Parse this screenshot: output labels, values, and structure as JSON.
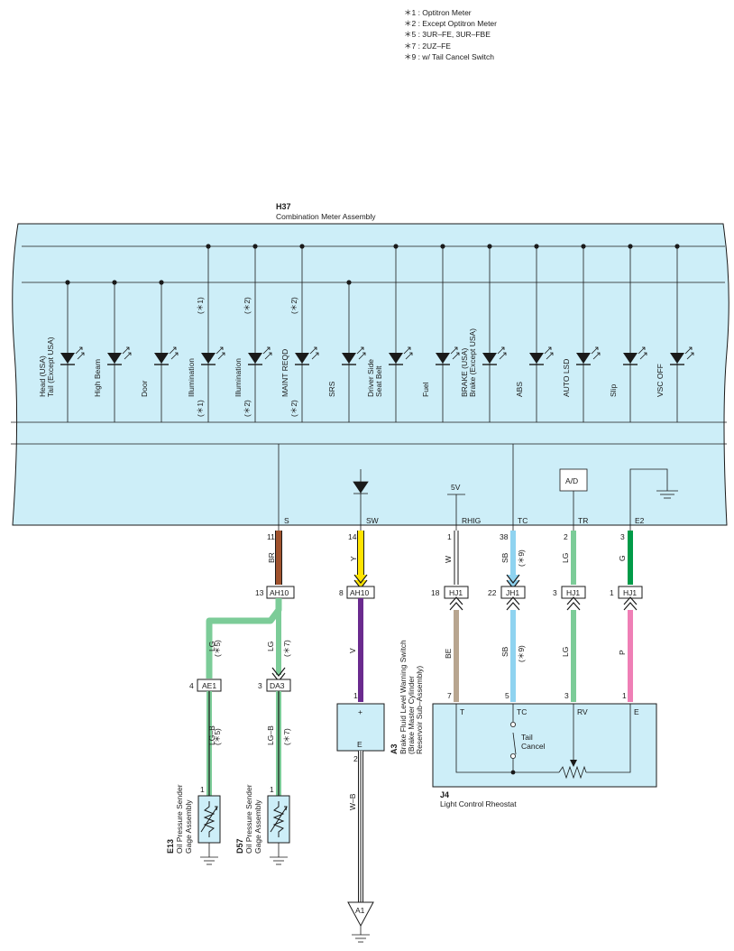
{
  "legend": [
    "＊1 : Optitron Meter",
    "＊2 : Except Optitron Meter",
    "＊5 : 3UR–FE,  3UR–FBE",
    "＊7 : 2UZ–FE",
    "＊9 : w/ Tail Cancel Switch"
  ],
  "meter": {
    "code": "H37",
    "name": "Combination Meter Assembly",
    "lamps": [
      {
        "label": "Head (USA)",
        "label2": "Tail (Except USA)",
        "top_note": "",
        "bottom_note": ""
      },
      {
        "label": "High Beam",
        "label2": "",
        "top_note": "",
        "bottom_note": ""
      },
      {
        "label": "Door",
        "label2": "",
        "top_note": "",
        "bottom_note": ""
      },
      {
        "label": "Illumination",
        "label2": "",
        "top_note": "(＊1)",
        "bottom_note": "(＊1)"
      },
      {
        "label": "Illumination",
        "label2": "",
        "top_note": "(＊2)",
        "bottom_note": "(＊2)"
      },
      {
        "label": "MAINT REQD",
        "label2": "",
        "top_note": "(＊2)",
        "bottom_note": "(＊2)"
      },
      {
        "label": "SRS",
        "label2": "",
        "top_note": "",
        "bottom_note": ""
      },
      {
        "label": "Driver Side",
        "label2": "Seat Belt",
        "top_note": "",
        "bottom_note": ""
      },
      {
        "label": "Fuel",
        "label2": "",
        "top_note": "",
        "bottom_note": ""
      },
      {
        "label": "BRAKE (USA)",
        "label2": "Brake (Except USA)",
        "top_note": "",
        "bottom_note": ""
      },
      {
        "label": "ABS",
        "label2": "",
        "top_note": "",
        "bottom_note": ""
      },
      {
        "label": "AUTO LSD",
        "label2": "",
        "top_note": "",
        "bottom_note": ""
      },
      {
        "label": "Slip",
        "label2": "",
        "top_note": "",
        "bottom_note": ""
      },
      {
        "label": "VSC OFF",
        "label2": "",
        "top_note": "",
        "bottom_note": ""
      }
    ],
    "terminals": [
      {
        "name": "S",
        "pin": "11",
        "wire": "BR",
        "note": ""
      },
      {
        "name": "SW",
        "pin": "14",
        "wire": "Y",
        "note": ""
      },
      {
        "name": "RHIG",
        "pin": "1",
        "wire": "W",
        "note": ""
      },
      {
        "name": "TC",
        "pin": "38",
        "wire": "SB",
        "note": "(＊9)"
      },
      {
        "name": "TR",
        "pin": "2",
        "wire": "LG",
        "note": ""
      },
      {
        "name": "E2",
        "pin": "3",
        "wire": "G",
        "note": ""
      }
    ],
    "supply_label": "5V",
    "ad_label": "A/D"
  },
  "connectors_mid": [
    {
      "code": "AH10",
      "pin": "13"
    },
    {
      "code": "AH10",
      "pin": "8"
    },
    {
      "code": "HJ1",
      "pin": "18"
    },
    {
      "code": "JH1",
      "pin": "22"
    },
    {
      "code": "HJ1",
      "pin": "3"
    },
    {
      "code": "HJ1",
      "pin": "1"
    }
  ],
  "wires_mid": [
    {
      "wire": "LG",
      "note": "(＊5)"
    },
    {
      "wire": "LG",
      "note": "(＊7)"
    },
    {
      "wire": "V",
      "note": ""
    },
    {
      "wire": "BE",
      "note": ""
    },
    {
      "wire": "SB",
      "note": "(＊9)"
    },
    {
      "wire": "LG",
      "note": ""
    },
    {
      "wire": "P",
      "note": ""
    }
  ],
  "connectors_low": [
    {
      "code": "AE1",
      "pin": "4"
    },
    {
      "code": "DA3",
      "pin": "3"
    }
  ],
  "wires_low": [
    {
      "wire": "LG–B",
      "note": "(＊5)"
    },
    {
      "wire": "LG–B",
      "note": "(＊7)"
    },
    {
      "wire": "W–B",
      "note": ""
    }
  ],
  "sender_e13": {
    "code": "E13",
    "name1": "Oil Pressure Sender",
    "name2": "Gage Assembly",
    "pin": "1"
  },
  "sender_d57": {
    "code": "D57",
    "name1": "Oil Pressure Sender",
    "name2": "Gage Assembly",
    "pin": "1"
  },
  "switch_a3": {
    "code": "A3",
    "name1": "Brake Fluid Level Warning Switch",
    "name2": "(Brake Master Cylinder",
    "name3": "Reservoir Sub–Assembly)",
    "plus": "+",
    "minus": "E",
    "pin_in": "1",
    "pin_out": "2"
  },
  "rheostat_j4": {
    "code": "J4",
    "name": "Light Control Rheostat",
    "pins": [
      "7",
      "5",
      "3",
      "1"
    ],
    "terms": [
      "T",
      "TC",
      "RV",
      "E"
    ],
    "switch_label1": "Tail",
    "switch_label2": "Cancel"
  },
  "ground_point": "A1",
  "colors": {
    "panel_fill": "#cdeef8",
    "line": "#1a1a1a",
    "BR": "#a0522d",
    "Y": "#ffe400",
    "V": "#6a2a8e",
    "LG": "#7ccc98",
    "SB": "#8fd3f0",
    "G": "#009b48",
    "BE": "#b8a58f",
    "P": "#ef7fb6",
    "W": "#ffffff"
  }
}
